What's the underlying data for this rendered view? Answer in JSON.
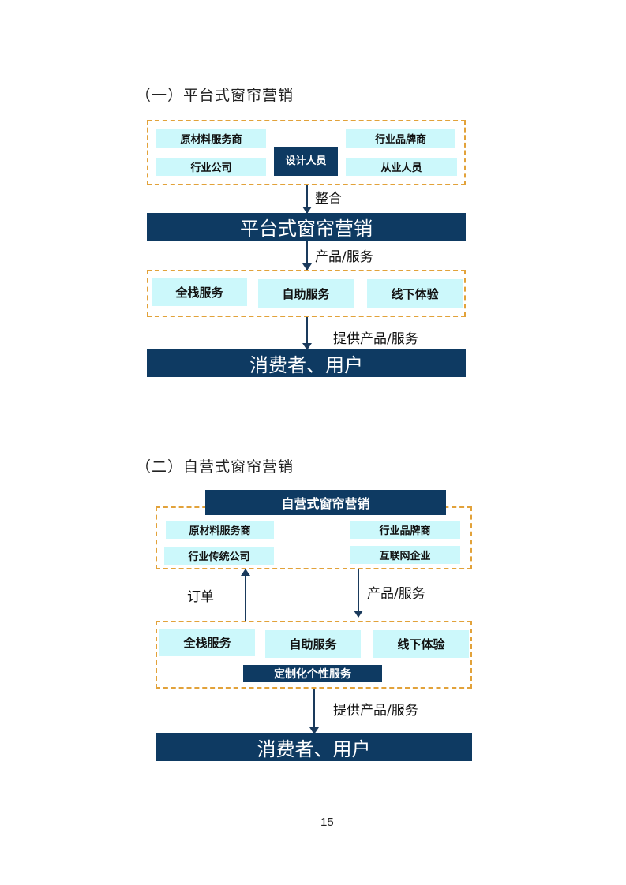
{
  "section1": {
    "heading": "（一）平台式窗帘营销",
    "top_group": {
      "left_items": [
        "原材料服务商",
        "行业公司"
      ],
      "center_item": "设计人员",
      "right_items": [
        "行业品牌商",
        "从业人员"
      ]
    },
    "arrow1_label": "整合",
    "platform_bar": "平台式窗帘营销",
    "arrow2_label": "产品/服务",
    "services": [
      "全栈服务",
      "自助服务",
      "线下体验"
    ],
    "arrow3_label": "提供产品/服务",
    "consumer_bar": "消费者、用户"
  },
  "section2": {
    "heading": "（二）自营式窗帘营销",
    "header_bar": "自营式窗帘营销",
    "top_group": {
      "left_items": [
        "原材料服务商",
        "行业传统公司"
      ],
      "right_items": [
        "行业品牌商",
        "互联网企业"
      ]
    },
    "up_arrow_label": "订单",
    "down_arrow_label": "产品/服务",
    "services": [
      "全栈服务",
      "自助服务",
      "线下体验"
    ],
    "custom_service": "定制化个性服务",
    "arrow_label": "提供产品/服务",
    "consumer_bar": "消费者、用户"
  },
  "page_number": "15",
  "colors": {
    "navy": "#0e3a62",
    "cyan": "#ccf8fb",
    "dashed_border": "#e2a23a",
    "arrow": "#1a3a5c"
  }
}
